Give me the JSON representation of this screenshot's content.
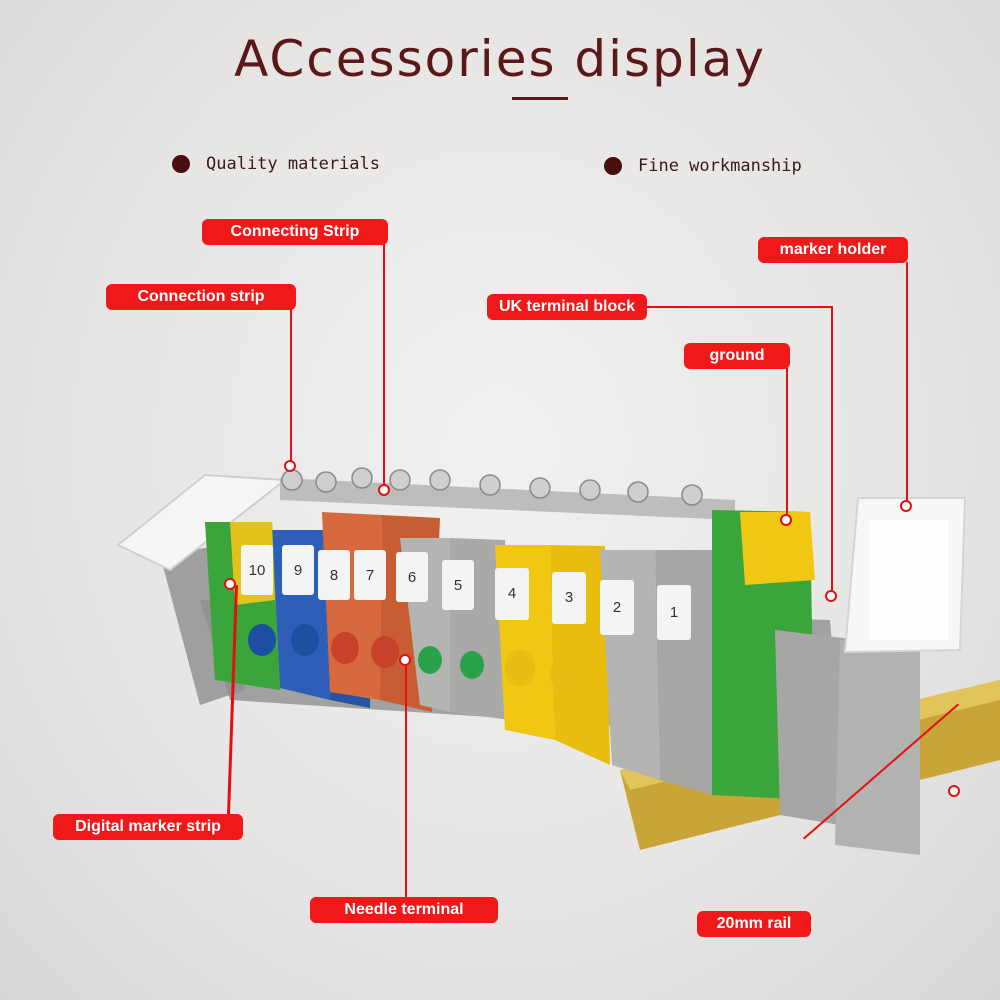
{
  "title": "ACcessories display",
  "bullets": [
    "Quality materials",
    "Fine workmanship"
  ],
  "labels": {
    "connecting_strip": "Connecting Strip",
    "connection_strip": "Connection strip",
    "marker_holder": "marker holder",
    "uk_terminal_block": "UK terminal block",
    "ground": "ground",
    "digital_marker_strip": "Digital marker strip",
    "needle_terminal": "Needle terminal",
    "rail_20mm": "20mm rail"
  },
  "marker_numbers": [
    "10",
    "9",
    "8",
    "7",
    "6",
    "5",
    "4",
    "3",
    "2",
    "1"
  ],
  "colors": {
    "title": "#5a1818",
    "tag": "#f01818",
    "blue": "#2d5fb8",
    "orange": "#d66a3e",
    "gray": "#a9aaa8",
    "yellow": "#f0c814",
    "green": "#3aa53a"
  }
}
